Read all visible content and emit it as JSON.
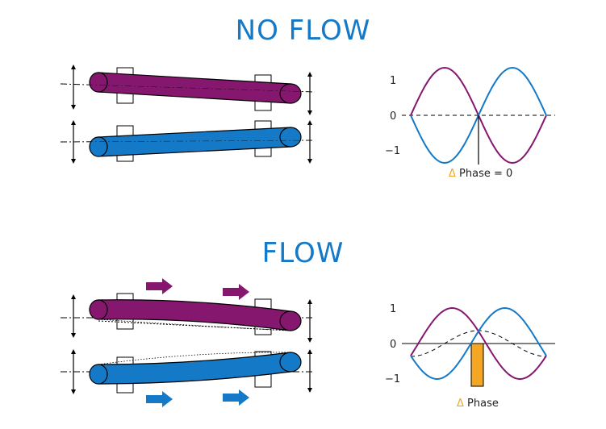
{
  "titles": {
    "top": "NO FLOW",
    "bottom": "FLOW"
  },
  "plots": {
    "top": {
      "y_ticks": [
        "1",
        "0",
        "−1"
      ],
      "delta_symbol": "Δ",
      "phase_label": " Phase = 0"
    },
    "bottom": {
      "y_ticks": [
        "1",
        "0",
        "−1"
      ],
      "delta_symbol": "Δ",
      "phase_label": " Phase"
    }
  },
  "colors": {
    "purple": "#86176f",
    "blue": "#1479c6",
    "orange": "#f5a623",
    "title": "#1479c6"
  },
  "icons": {
    "flow_arrow": "right-arrow-icon",
    "vibration_arrow": "up-down-arrow-icon"
  }
}
